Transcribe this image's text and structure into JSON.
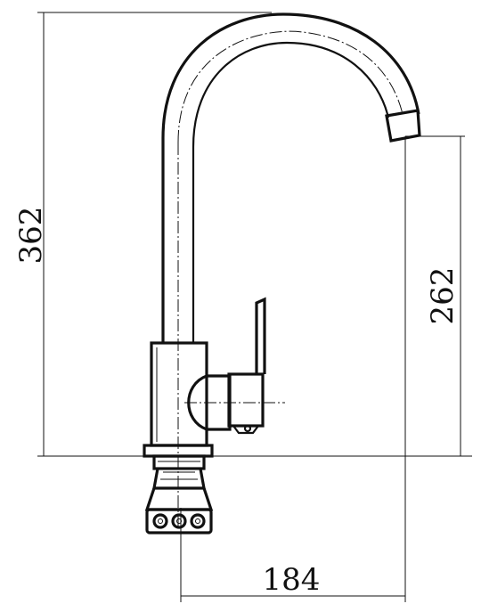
{
  "dimensions": {
    "total_height": "362",
    "spout_height": "262",
    "reach": "184"
  },
  "colors": {
    "line": "#111111",
    "background": "#ffffff"
  }
}
